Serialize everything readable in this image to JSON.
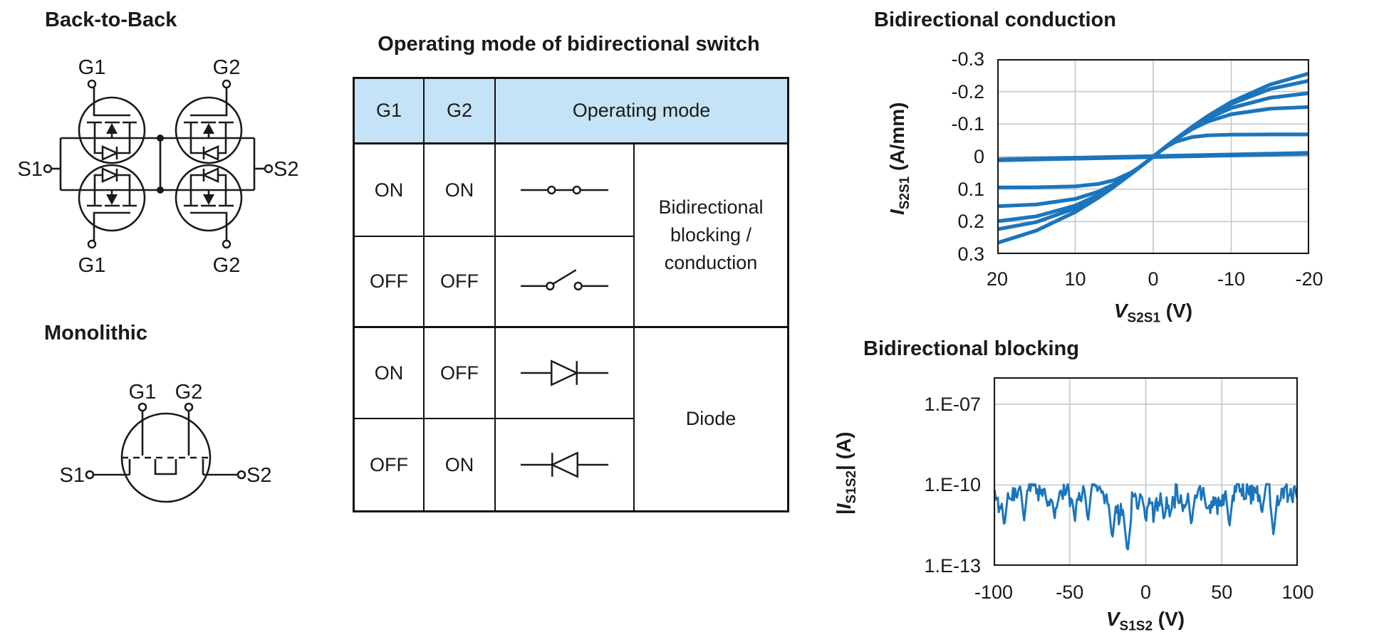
{
  "colors": {
    "line_blue": "#1B75BC",
    "grid": "#C9C9C9",
    "table_header_bg": "#C5E3F6",
    "ink": "#1a1a1a"
  },
  "circuits": {
    "back_to_back": {
      "title": "Back-to-Back",
      "g1": "G1",
      "g2": "G2",
      "s1": "S1",
      "s2": "S2"
    },
    "monolithic": {
      "title": "Monolithic",
      "g1": "G1",
      "g2": "G2",
      "s1": "S1",
      "s2": "S2"
    }
  },
  "table": {
    "title": "Operating mode of bidirectional switch",
    "headers": {
      "g1": "G1",
      "g2": "G2",
      "mode": "Operating mode"
    },
    "rows": [
      {
        "g1": "ON",
        "g2": "ON",
        "symbol": "closed-switch"
      },
      {
        "g1": "OFF",
        "g2": "OFF",
        "symbol": "open-switch"
      },
      {
        "g1": "ON",
        "g2": "OFF",
        "symbol": "diode-right"
      },
      {
        "g1": "OFF",
        "g2": "ON",
        "symbol": "diode-left"
      }
    ],
    "mode_groups": [
      {
        "label": "Bidirectional blocking / conduction",
        "rows": [
          0,
          1
        ]
      },
      {
        "label": "Diode",
        "rows": [
          2,
          3
        ]
      }
    ]
  },
  "chart_data": [
    {
      "id": "conduction",
      "type": "line",
      "title": "Bidirectional conduction",
      "xlabel": {
        "sym": "V",
        "sub": "S2S1",
        "unit": " (V)"
      },
      "ylabel": {
        "sym": "I",
        "sub": "S2S1",
        "unit": " (A/mm)"
      },
      "xlim": [
        20,
        -20
      ],
      "ylim": [
        -0.3,
        0.3
      ],
      "x_reversed": true,
      "y_reversed": true,
      "grid": true,
      "xticks": [
        20,
        10,
        0,
        -10,
        -20
      ],
      "xtick_labels": [
        "20",
        "10",
        "0",
        "-10",
        "-20"
      ],
      "yticks": [
        -0.3,
        -0.2,
        -0.1,
        0,
        0.1,
        0.2,
        0.3
      ],
      "ytick_labels": [
        "-0.3",
        "-0.2",
        "-0.1",
        "0",
        "0.1",
        "0.2",
        "0.3"
      ],
      "x": [
        20,
        15,
        10,
        7,
        5,
        3,
        2,
        1,
        0,
        -1,
        -2,
        -3,
        -5,
        -7,
        -10,
        -15,
        -20
      ],
      "series": [
        {
          "name": "trace1-subthreshold",
          "values": [
            0.01,
            0.0075,
            0.005,
            0.0035,
            0.0025,
            0.0015,
            0.001,
            0.0005,
            0,
            -0.0005,
            -0.001,
            -0.0015,
            -0.0025,
            -0.0035,
            -0.005,
            -0.0075,
            -0.01
          ]
        },
        {
          "name": "trace2",
          "values": [
            0.095,
            0.0945,
            0.0916,
            0.0841,
            0.0724,
            0.051,
            0.0361,
            0.0188,
            0,
            -0.0185,
            -0.0345,
            -0.0466,
            -0.0602,
            -0.0653,
            -0.0675,
            -0.068,
            -0.068
          ]
        },
        {
          "name": "trace3",
          "values": [
            0.1527,
            0.1474,
            0.1304,
            0.1077,
            0.0847,
            0.0546,
            0.0373,
            0.0189,
            0,
            -0.0189,
            -0.0373,
            -0.0546,
            -0.0847,
            -0.1077,
            -0.1304,
            -0.1474,
            -0.1527
          ]
        },
        {
          "name": "trace4",
          "values": [
            0.199,
            0.1839,
            0.1509,
            0.1177,
            0.089,
            0.0556,
            0.0376,
            0.019,
            0,
            -0.019,
            -0.0376,
            -0.0556,
            -0.0887,
            -0.1172,
            -0.1496,
            -0.1811,
            -0.1952
          ]
        },
        {
          "name": "trace5",
          "values": [
            0.2239,
            0.2014,
            0.1593,
            0.1213,
            0.0905,
            0.056,
            0.0377,
            0.019,
            0,
            -0.019,
            -0.0377,
            -0.0561,
            -0.091,
            -0.1225,
            -0.1621,
            -0.208,
            -0.2336
          ]
        },
        {
          "name": "trace6",
          "values": [
            0.2657,
            0.2277,
            0.1705,
            0.1259,
            0.0923,
            0.0564,
            0.0378,
            0.019,
            0,
            -0.019,
            -0.0378,
            -0.0563,
            -0.0919,
            -0.125,
            -0.1681,
            -0.2219,
            -0.256
          ]
        }
      ]
    },
    {
      "id": "blocking",
      "type": "line",
      "title": "Bidirectional blocking",
      "xlabel": {
        "sym": "V",
        "sub": "S1S2",
        "unit": " (V)"
      },
      "ylabel": {
        "pre": "|",
        "sym": "I",
        "sub": "S1S2",
        "post": "|",
        "unit": " (A)"
      },
      "xlim": [
        -100,
        100
      ],
      "grid": true,
      "ylog_top": -6,
      "ylog_bottom": -13,
      "xticks": [
        -100,
        -50,
        0,
        50,
        100
      ],
      "xtick_labels": [
        "-100",
        "-50",
        "0",
        "50",
        "100"
      ],
      "ytick_logs": [
        -7,
        -10,
        -13
      ],
      "ytick_labels": [
        "1.E-07",
        "1.E-10",
        "1.E-13"
      ],
      "noise": {
        "n": 300,
        "seed": 11,
        "base_log10": -10.42,
        "amp": 0.42,
        "max_log10": -9.97,
        "min_log10": -12.6,
        "dips": [
          {
            "v": -93,
            "log10": -11.6
          },
          {
            "v": -80,
            "log10": -11.35
          },
          {
            "v": -60,
            "log10": -11.3
          },
          {
            "v": -38,
            "log10": -11.4
          },
          {
            "v": -22,
            "log10": -12.05
          },
          {
            "v": -12,
            "log10": -12.55
          },
          {
            "v": 12,
            "log10": -11.4
          },
          {
            "v": 30,
            "log10": -11.55
          },
          {
            "v": 55,
            "log10": -11.6
          },
          {
            "v": 84,
            "log10": -11.85
          }
        ]
      }
    }
  ]
}
